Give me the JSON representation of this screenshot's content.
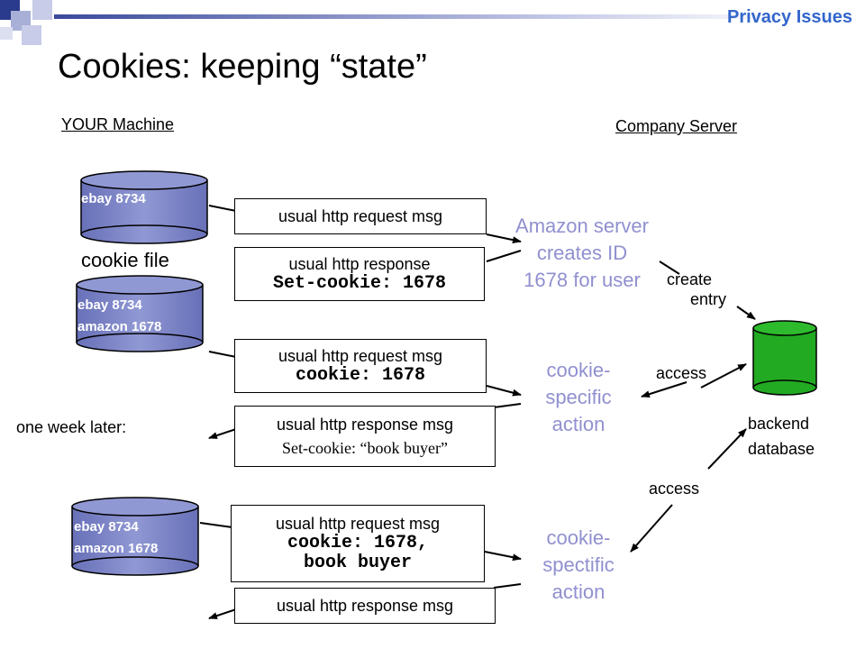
{
  "header": {
    "section": "Privacy Issues",
    "title": "Cookies: keeping “state”"
  },
  "columns": {
    "left": "YOUR Machine",
    "right": "Company Server"
  },
  "cookie_files": {
    "first": [
      "ebay 8734"
    ],
    "caption": "cookie file",
    "second": [
      "ebay 8734",
      "amazon 1678"
    ],
    "third": [
      "ebay 8734",
      "amazon 1678"
    ]
  },
  "messages": {
    "m1": [
      "usual http request msg"
    ],
    "m2": [
      "usual http response",
      "Set-cookie: 1678"
    ],
    "m3": [
      "usual http request msg",
      "cookie: 1678"
    ],
    "m4": [
      "usual http response msg",
      "Set-cookie: “book buyer”"
    ],
    "m5": [
      "usual http request msg",
      "cookie: 1678,",
      "book buyer"
    ],
    "m6": [
      "usual http response msg"
    ]
  },
  "server": {
    "creates_id": [
      "Amazon server",
      "creates ID",
      "1678 for user"
    ],
    "action1": [
      "cookie-",
      "specific",
      "action"
    ],
    "action2": [
      "cookie-",
      "spectific",
      "action"
    ],
    "create": "create",
    "entry": "entry",
    "access1": "access",
    "access2": "access",
    "database": [
      "backend",
      "database"
    ]
  },
  "one_week_later": "one week later:",
  "colors": {
    "title_blue": "#3366cc",
    "lavender": "#9090d0",
    "db_green": "#22aa22",
    "cylinder_blue": "#8088c8"
  }
}
